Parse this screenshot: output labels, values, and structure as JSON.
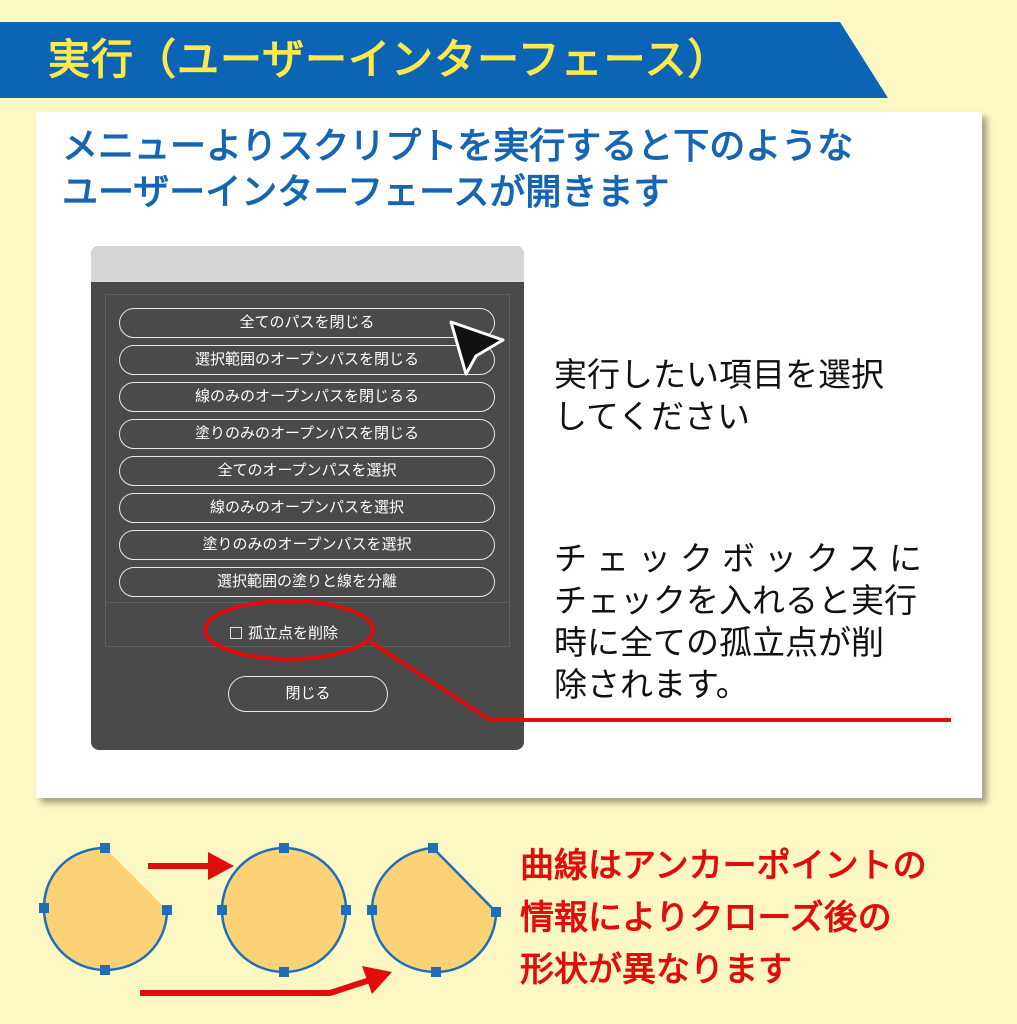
{
  "header": {
    "title": "実行（ユーザーインターフェース）"
  },
  "card": {
    "heading_line1": "メニューよりスクリプトを実行すると下のような",
    "heading_line2": "ユーザーインターフェースが開きます"
  },
  "dialog": {
    "buttons": [
      "全てのパスを閉じる",
      "選択範囲のオープンパスを閉じる",
      "線のみのオープンパスを閉じるる",
      "塗りのみのオープンパスを閉じる",
      "全てのオープンパスを選択",
      "線のみのオープンパスを選択",
      "塗りのみのオープンパスを選択",
      "選択範囲の塗りと線を分離"
    ],
    "checkbox_label": "孤立点を削除",
    "close_label": "閉じる"
  },
  "notes": {
    "select_line1": "実行したい項目を選択",
    "select_line2": "してください",
    "check_line1": "チェックボックスに",
    "check_line2": "チェックを入れると実行",
    "check_line3": "時に全ての孤立点が削",
    "check_line4": "除されます。"
  },
  "bottom_caption": {
    "line1": "曲線はアンカーポイントの",
    "line2": "情報によりクローズ後の",
    "line3": "形状が異なります"
  },
  "colors": {
    "banner": "#0c64b4",
    "banner_text": "#ffe94a",
    "heading": "#1565b3",
    "accent_red": "#e10d0d",
    "shape_fill": "#fcd277",
    "shape_stroke": "#1f6fb8",
    "dialog_bg": "#4a4a4a"
  }
}
